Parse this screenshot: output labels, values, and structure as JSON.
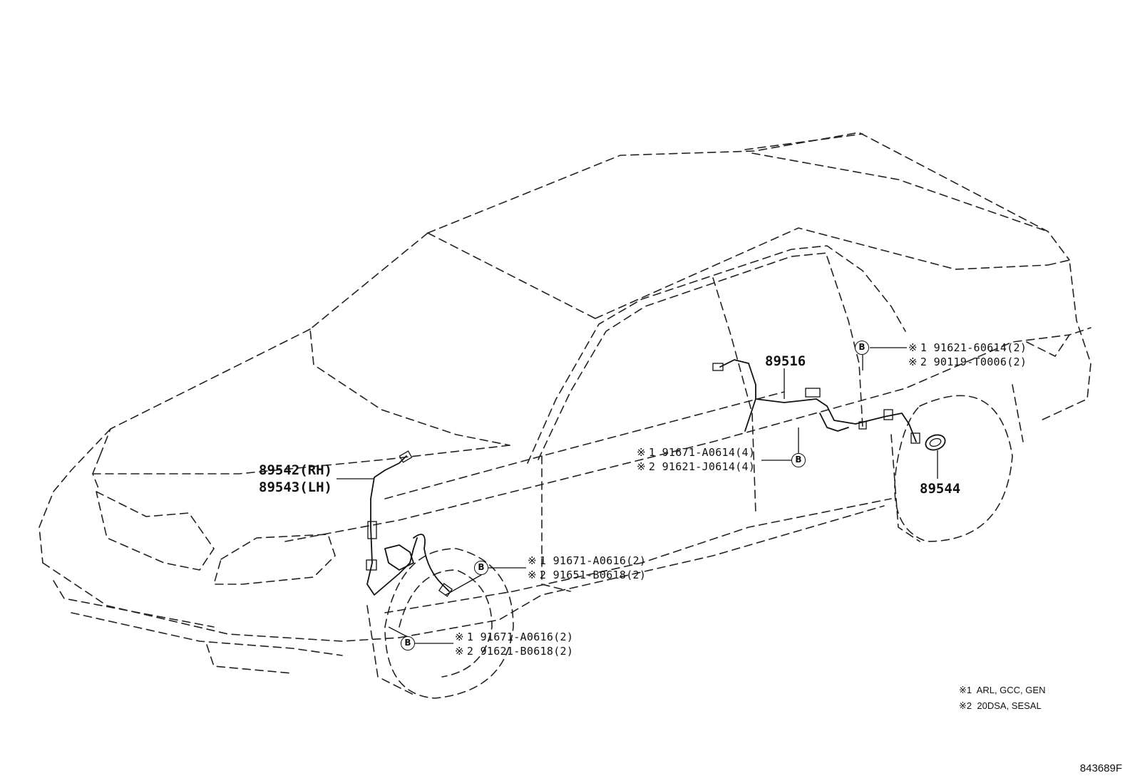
{
  "parts": {
    "front_sensor_rh": "89542(RH)",
    "front_sensor_lh": "89543(LH)",
    "rear_sensor": "89516",
    "rotor": "89544"
  },
  "marker_letter": "B",
  "note_mark": "※",
  "refs": {
    "rear_upper": [
      {
        "note": "1",
        "part": "91621-60614(2)"
      },
      {
        "note": "2",
        "part": "90119-T0006(2)"
      }
    ],
    "rear_middle": [
      {
        "note": "1",
        "part": "91671-A0614(4)"
      },
      {
        "note": "2",
        "part": "91621-J0614(4)"
      }
    ],
    "front_upper": [
      {
        "note": "1",
        "part": "91671-A0616(2)"
      },
      {
        "note": "2",
        "part": "91651-B0618(2)"
      }
    ],
    "front_lower": [
      {
        "note": "1",
        "part": "91671-A0616(2)"
      },
      {
        "note": "2",
        "part": "91621-B0618(2)"
      }
    ]
  },
  "legend": [
    {
      "note": "1",
      "text": "ARL, GCC, GEN"
    },
    {
      "note": "2",
      "text": "20DSA, SESAL"
    }
  ],
  "catalog_number": "843689F"
}
